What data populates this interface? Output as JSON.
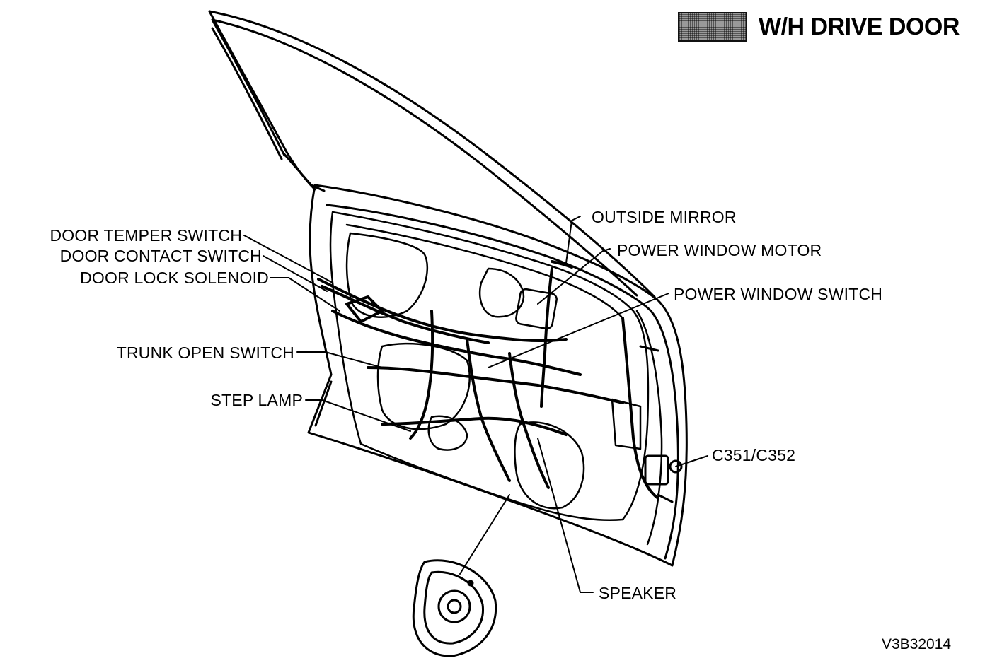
{
  "title": "W/H DRIVE DOOR",
  "figure_code": "V3B32014",
  "labels": {
    "door_temper_switch": "DOOR TEMPER SWITCH",
    "door_contact_switch": "DOOR CONTACT SWITCH",
    "door_lock_solenoid": "DOOR LOCK SOLENOID",
    "trunk_open_switch": "TRUNK OPEN SWITCH",
    "step_lamp": "STEP LAMP",
    "outside_mirror": "OUTSIDE MIRROR",
    "power_window_motor": "POWER WINDOW MOTOR",
    "power_window_switch": "POWER WINDOW SWITCH",
    "connector": "C351/C352",
    "speaker": "SPEAKER"
  }
}
